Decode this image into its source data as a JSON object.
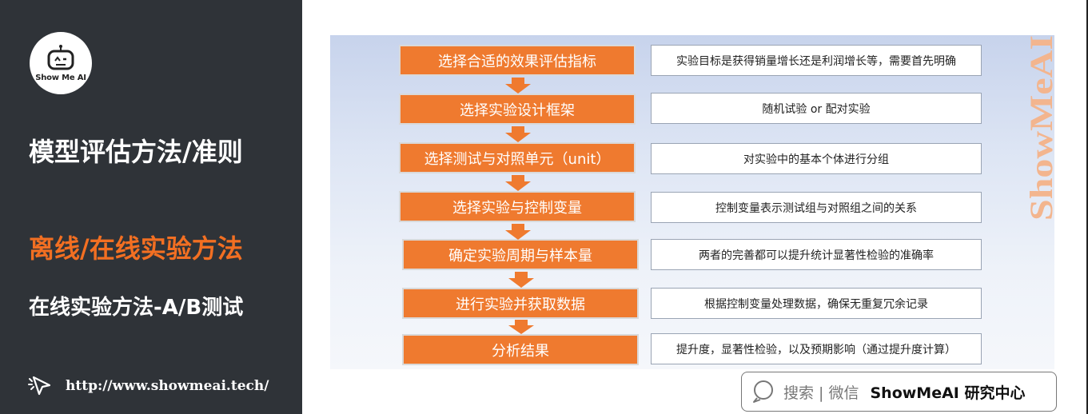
{
  "sidebar": {
    "logo_text": "Show Me AI",
    "title": "模型评估方法/准则",
    "section": "离线/在线实验方法",
    "subtitle": "在线实验方法-A/B测试",
    "link": "http://www.showmeai.tech/"
  },
  "flow": {
    "steps": [
      "选择合适的效果评估指标",
      "选择实验设计框架",
      "选择测试与对照单元（unit）",
      "选择实验与控制变量",
      "确定实验周期与样本量",
      "进行实验并获取数据",
      "分析结果"
    ],
    "descriptions": [
      "实验目标是获得销量增长还是利润增长等，需要首先明确",
      "随机试验 or 配对实验",
      "对实验中的基本个体进行分组",
      "控制变量表示测试组与对照组之间的关系",
      "两者的完善都可以提升统计显著性检验的准确率",
      "根据控制变量处理数据，确保无重复冗余记录",
      "提升度，显著性检验，以及预期影响（通过提升度计算）"
    ]
  },
  "watermark": "ShowMeAI",
  "search": {
    "placeholder": "搜索 | 微信",
    "brand": "ShowMeAI 研究中心"
  },
  "colors": {
    "sidebar_bg": "#2f3338",
    "accent": "#f26f22",
    "step_fill": "#ef7a2f"
  }
}
